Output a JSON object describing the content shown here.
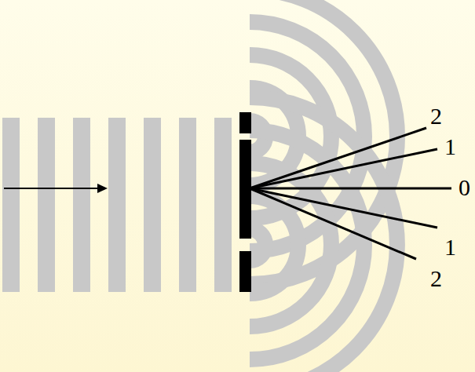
{
  "diagram": {
    "labels": [
      "2",
      "1",
      "0",
      "1",
      "2"
    ]
  }
}
